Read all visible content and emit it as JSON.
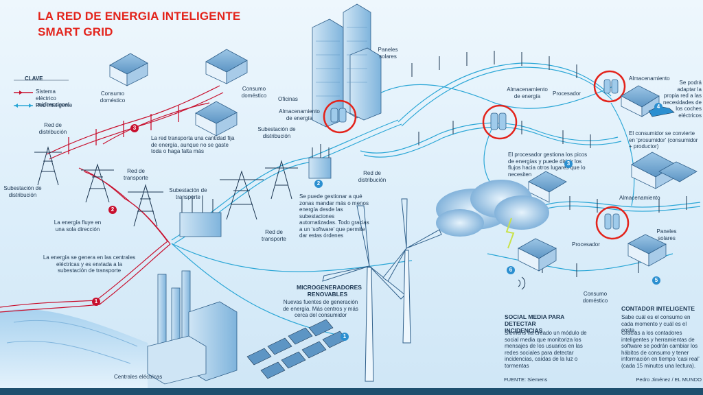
{
  "title": {
    "line1": "LA RED DE ENERGIA INTELIGENTE",
    "line2": "SMART GRID"
  },
  "legend": {
    "heading": "CLAVE",
    "items": [
      {
        "label": "Sistema eléctrico unidireccional",
        "color": "#c8102e"
      },
      {
        "label": "Red inteligente",
        "color": "#2aa6d6"
      }
    ]
  },
  "labels": {
    "consumo_domestico_1": "Consumo doméstico",
    "consumo_domestico_2": "Consumo doméstico",
    "red_distribucion_1": "Red de distribución",
    "step3_text": "La red transporta una cantidad fija de energía, aunque no se gaste toda o haga falta más",
    "red_transporte_1": "Red de transporte",
    "subestacion_distribucion_1": "Subestación de distribución",
    "energia_fluye": "La energía fluye en una sola dirección",
    "subestacion_transporte": "Subestación de transporte",
    "energia_genera": "La energía se genera en las centrales eléctricas y es enviada a la subestación de transporte",
    "centrales": "Centrales eléctricas",
    "oficinas": "Oficinas",
    "paneles_solares_1": "Paneles solares",
    "almacenamiento_energia_1": "Almacenamiento de energía",
    "subestacion_distribucion_2": "Subestación de distribución",
    "red_distribucion_2": "Red de distribución",
    "software_text": "Se puede gestionar a qué zonas mandar más o menos energía desde las subestaciones automatizadas. Todo gracias a un 'software' que permite dar estas órdenes",
    "red_transporte_2": "Red de transporte",
    "microgeneradores_head": "MICROGENERADORES RENOVABLES",
    "microgeneradores_text": "Nuevas fuentes de generación de energía. Más centros y más cerca del consumidor",
    "almacenamiento_energia_2": "Almacenamiento de energía",
    "procesador_1": "Procesador",
    "procesador_text": "El procesador gestiona los picos de energías y puede dirigir los flujos hacia otros lugares que lo necesiten",
    "almacenamiento_1": "Almacenamiento",
    "coches_text": "Se podrá adaptar la propia red a las necesidades de los coches eléctricos",
    "prosumidor_text": "El consumidor se convierte en 'prosumidor' (consumidor + productor)",
    "almacenamiento_2": "Almacenamiento",
    "paneles_solares_2": "Paneles solares",
    "procesador_2": "Procesador",
    "consumo_domestico_3": "Consumo doméstico",
    "social_head": "SOCIAL MEDIA PARA DETECTAR INCIDENCIAS",
    "social_text": "Siemens ha creado un módulo de social media que monitoriza los mensajes de los usuarios en las redes sociales para detectar incidencias, caídas de la luz o tormentas",
    "contador_head": "CONTADOR INTELIGENTE",
    "contador_text1": "Sabe cuál es el consumo en cada momento y cuál es el coste.",
    "contador_text2": "Gracias a los contadores inteligentes y herramientas de software se podrán cambiar los hábitos de consumo y tener información en tiempo 'casi real' (cada 15 minutos una lectura).",
    "fuente": "FUENTE: Siemens",
    "credit": "Pedro Jiménez / EL MUNDO"
  },
  "markers": {
    "red": [
      "1",
      "2",
      "3"
    ],
    "blue": [
      "1",
      "2",
      "3",
      "4",
      "5",
      "6"
    ]
  },
  "colors": {
    "red_line": "#c8102e",
    "blue_line": "#2aa6d6",
    "highlight": "#e3231b",
    "title": "#e3231b"
  }
}
